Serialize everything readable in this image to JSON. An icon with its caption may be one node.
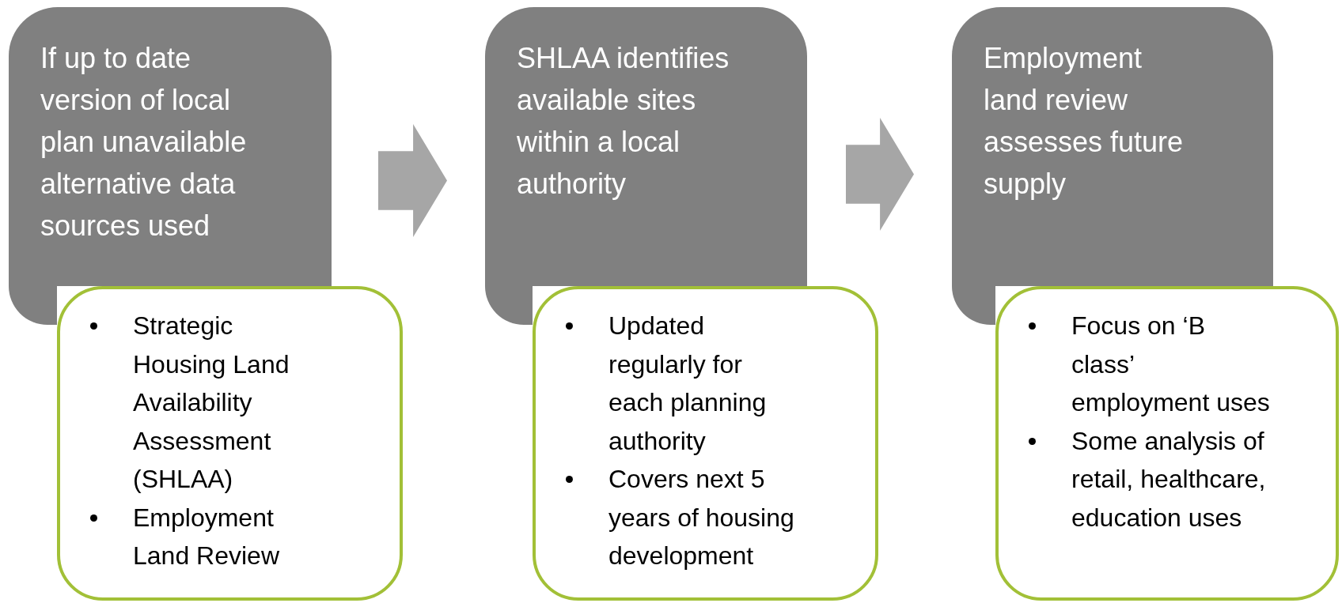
{
  "diagram": {
    "nodes": [
      {
        "text": [
          "If up to date version  of local plan unavailable alternative data sources used"
        ]
      },
      {
        "text": [
          "Strategic Housing Land Availability Assessment (SHLAA)",
          "Employment Land Review"
        ]
      },
      {
        "text": [
          "SHLAA identifies available sites within a local authority"
        ]
      },
      {
        "text": [
          "Updated regularly for each planning authority",
          "Covers next 5 years of housing development"
        ]
      },
      {
        "text": [
          "Employment land review assesses future supply"
        ]
      },
      {
        "text": [
          "Focus on ‘B class’ employment uses",
          "Some analysis of retail, healthcare, education uses"
        ]
      }
    ],
    "edges": [
      {
        "from": 0,
        "to": 2,
        "arrow": "to"
      },
      {
        "from": 2,
        "to": 4,
        "arrow": "to"
      }
    ]
  }
}
